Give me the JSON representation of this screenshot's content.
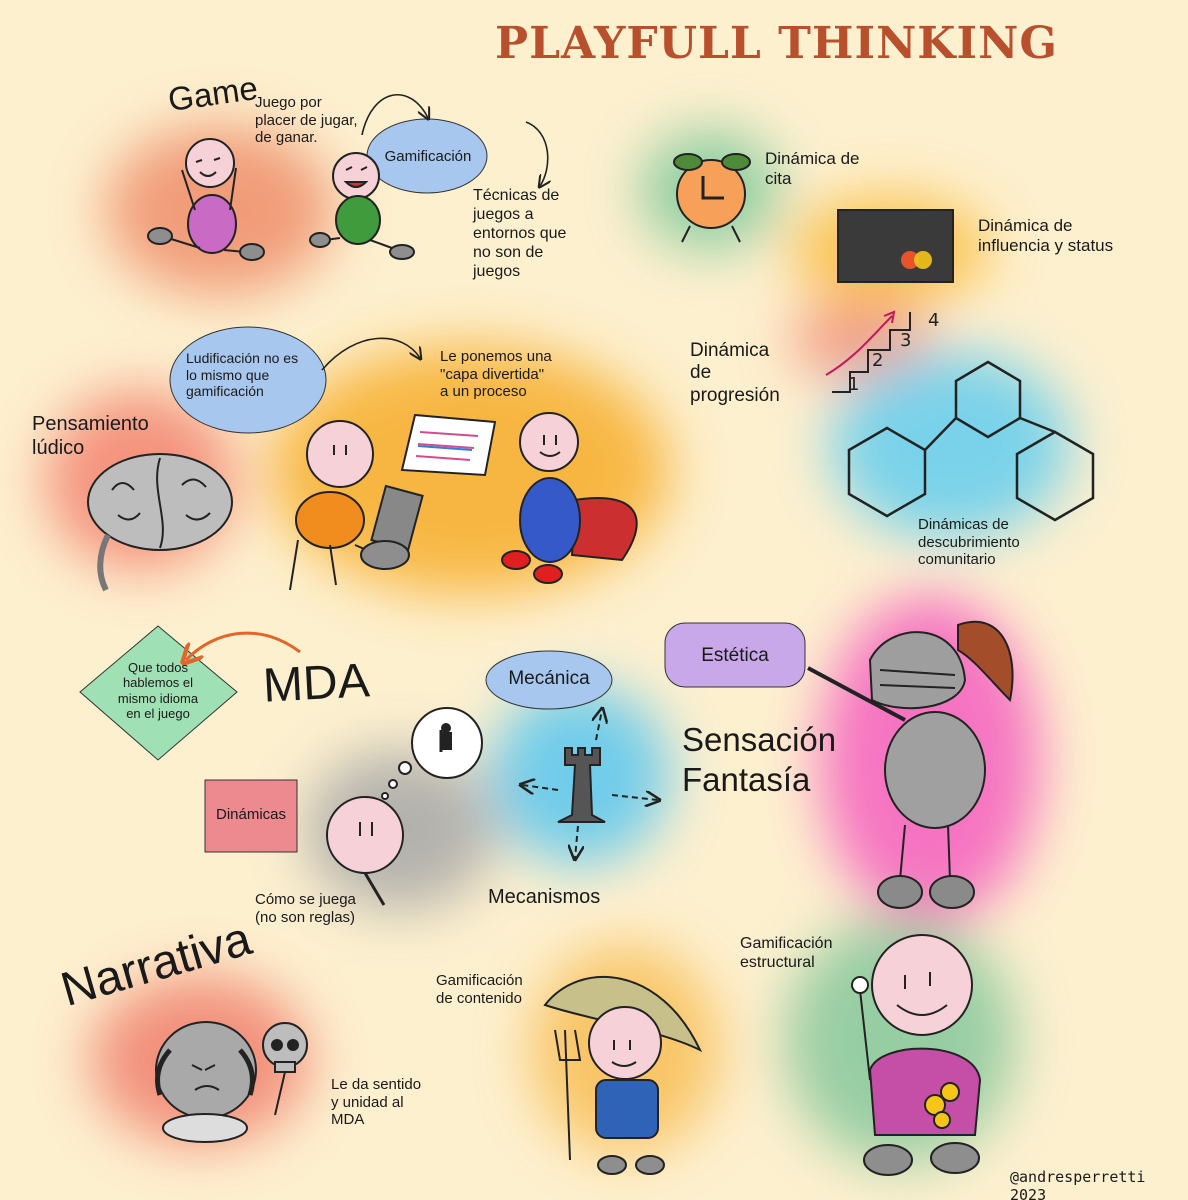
{
  "title": "PLAYFULL THINKING",
  "game": {
    "heading": "Game",
    "desc": "Juego por\nplacer de jugar,\nde ganar.",
    "bubble": "Gamificación",
    "technique": "Técnicas de\njuegos a\nentornos que\nno son de\njuegos"
  },
  "ludic": {
    "bubble": "Ludificación  no es\nlo mismo que\ngamificación",
    "note": "Le ponemos una\n\"capa divertida\"\na un proceso",
    "heading": "Pensamiento\nlúdico"
  },
  "dynamics": {
    "cita": "Dinámica de\ncita",
    "status": "Dinámica de\ninfluencia y status",
    "progresion": "Dinámica\nde\nprogresión",
    "step_labels": [
      "1",
      "2",
      "3",
      "4"
    ],
    "comunitario": "Dinámicas de\ndescubrimiento\ncomunitario"
  },
  "mda": {
    "heading": "MDA",
    "diamond": "Que todos\nhablemos el\nmismo idioma\nen el juego",
    "mecanica": "Mecánica",
    "estetica": "Estética",
    "dinamicas": "Dinámicas",
    "como": "Cómo se juega\n(no son reglas)",
    "mecanismos": "Mecanismos",
    "sensacion": "Sensación\nFantasía"
  },
  "bottom": {
    "narrativa": "Narrativa",
    "narrativa_desc": "Le da sentido\ny unidad al\nMDA",
    "contenido": "Gamificación\nde  contenido",
    "estructural": "Gamificación\nestructural",
    "signature": "@andresperretti 2023"
  },
  "colors": {
    "background": "#fdf0cf",
    "title": "#b8502d",
    "blue_bubble": "#a7c7ee",
    "purple_bubble": "#c8a8e8",
    "green_diamond": "#9fe0b4",
    "pink_box": "#ec8a90"
  }
}
